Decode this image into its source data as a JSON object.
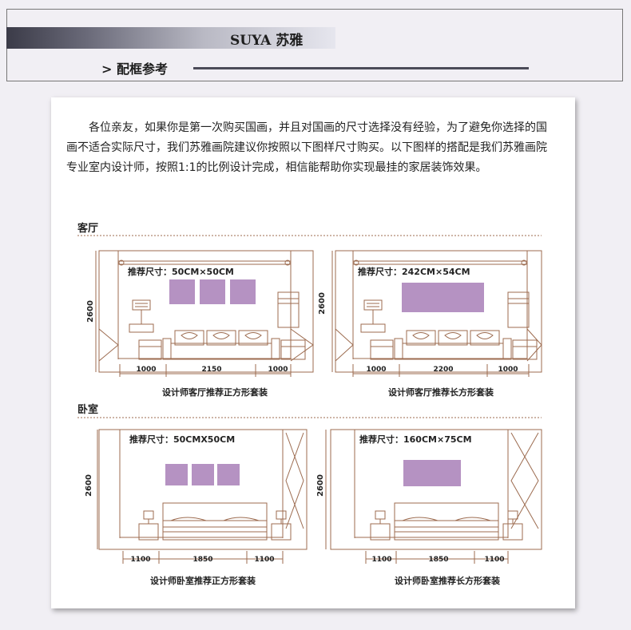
{
  "header": {
    "brand": "SUYA 苏雅",
    "section_title": "> 配框参考"
  },
  "intro": {
    "text": "各位亲友，如果你是第一次购买国画，并且对国画的尺寸选择没有经验，为了避免你选择的国画不适合实际尺寸，我们苏雅画院建议你按照以下图样尺寸购买。以下图样的搭配是我们苏雅画院专业室内设计师，按照1:1的比例设计完成，相信能帮助你实现最挂的家居装饰效果。"
  },
  "sections": [
    {
      "heading": "客厅",
      "panels": [
        {
          "recommend": "推荐尺寸：50CM×50CM",
          "height_label": "2600",
          "dims": [
            "1000",
            "2150",
            "1000"
          ],
          "caption": "设计师客厅推荐正方形套装"
        },
        {
          "recommend": "推荐尺寸：242CM×54CM",
          "height_label": "2600",
          "dims": [
            "1000",
            "2200",
            "1000"
          ],
          "caption": "设计师客厅推荐长方形套装"
        }
      ]
    },
    {
      "heading": "卧室",
      "panels": [
        {
          "recommend": "推荐尺寸：50CMX50CM",
          "height_label": "2600",
          "dims": [
            "1100",
            "1850",
            "1100"
          ],
          "caption": "设计师卧室推荐正方形套装"
        },
        {
          "recommend": "推荐尺寸：160CM×75CM",
          "height_label": "2600",
          "dims": [
            "1100",
            "1850",
            "1100"
          ],
          "caption": "设计师卧室推荐长方形套装"
        }
      ]
    }
  ],
  "colors": {
    "line": "#9c6b4f",
    "painting": "#b592c2",
    "text": "#222222",
    "accent": "#4b4b58"
  }
}
